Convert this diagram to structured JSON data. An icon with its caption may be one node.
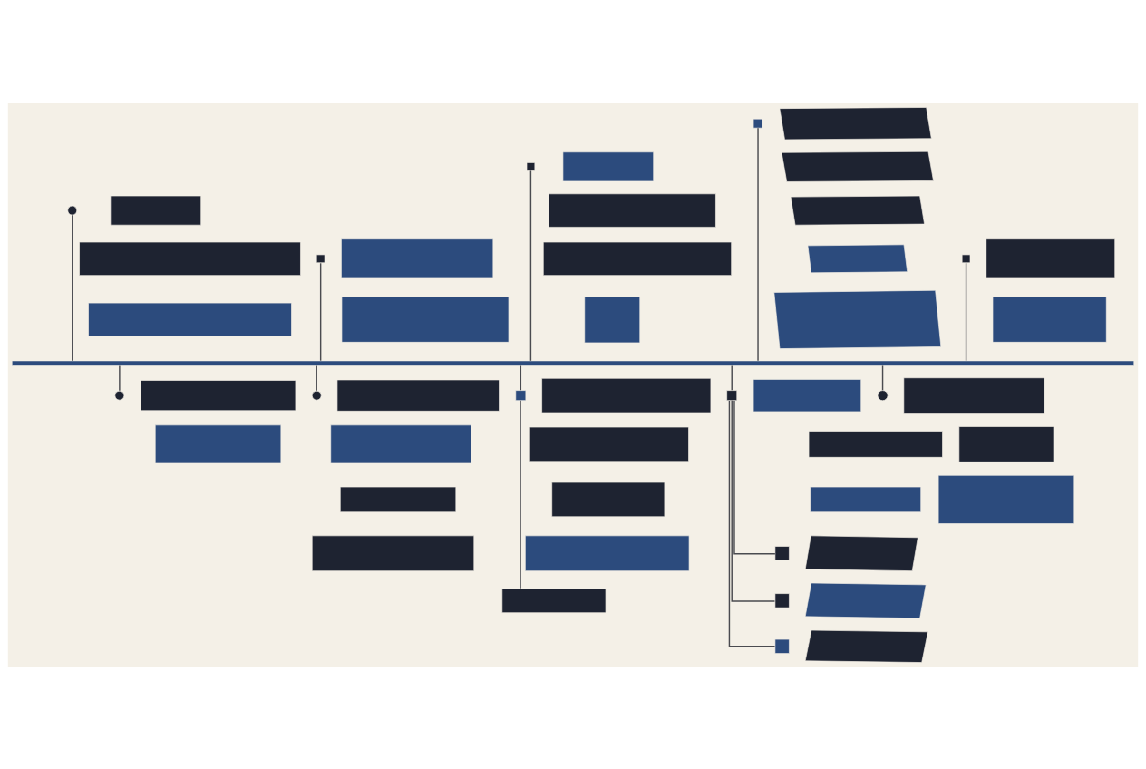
{
  "diagram": {
    "nodes": [
      {
        "text": [],
        "shape": "bar"
      },
      {
        "text": [],
        "shape": "circle"
      },
      {
        "text": [],
        "shape": "box"
      },
      {
        "text": [],
        "shape": "box"
      },
      {
        "text": [],
        "shape": "box"
      },
      {
        "text": [],
        "shape": "square"
      },
      {
        "text": [],
        "shape": "box"
      },
      {
        "text": [],
        "shape": "box"
      },
      {
        "text": [],
        "shape": "square"
      },
      {
        "text": [],
        "shape": "box"
      },
      {
        "text": [],
        "shape": "box"
      },
      {
        "text": [],
        "shape": "box"
      },
      {
        "text": [],
        "shape": "box"
      },
      {
        "text": [],
        "shape": "square"
      },
      {
        "text": [],
        "shape": "box"
      },
      {
        "text": [],
        "shape": "box"
      },
      {
        "text": [],
        "shape": "box"
      },
      {
        "text": [],
        "shape": "box"
      },
      {
        "text": [],
        "shape": "box"
      },
      {
        "text": [],
        "shape": "square"
      },
      {
        "text": [],
        "shape": "box"
      },
      {
        "text": [],
        "shape": "box"
      },
      {
        "text": [],
        "shape": "circle"
      },
      {
        "text": [],
        "shape": "box"
      },
      {
        "text": [],
        "shape": "box"
      },
      {
        "text": [],
        "shape": "circle"
      },
      {
        "text": [],
        "shape": "box"
      },
      {
        "text": [],
        "shape": "box"
      },
      {
        "text": [],
        "shape": "box"
      },
      {
        "text": [],
        "shape": "box"
      },
      {
        "text": [],
        "shape": "square"
      },
      {
        "text": [],
        "shape": "box"
      },
      {
        "text": [],
        "shape": "box"
      },
      {
        "text": [],
        "shape": "box"
      },
      {
        "text": [],
        "shape": "box"
      },
      {
        "text": [],
        "shape": "box"
      },
      {
        "text": [],
        "shape": "square"
      },
      {
        "text": [],
        "shape": "box"
      },
      {
        "text": [],
        "shape": "box"
      },
      {
        "text": [],
        "shape": "box"
      },
      {
        "text": [],
        "shape": "square"
      },
      {
        "text": [],
        "shape": "box"
      },
      {
        "text": [],
        "shape": "square"
      },
      {
        "text": [],
        "shape": "box"
      },
      {
        "text": [],
        "shape": "square"
      },
      {
        "text": [],
        "shape": "box"
      },
      {
        "text": [],
        "shape": "circle"
      },
      {
        "text": [],
        "shape": "box"
      },
      {
        "text": [],
        "shape": "box"
      },
      {
        "text": [],
        "shape": "box"
      }
    ],
    "edges": [
      {
        "from": 1,
        "to": 0,
        "arrow": "none"
      },
      {
        "from": 5,
        "to": 0,
        "arrow": "none"
      },
      {
        "from": 8,
        "to": 0,
        "arrow": "none"
      },
      {
        "from": 13,
        "to": 0,
        "arrow": "none"
      },
      {
        "from": 19,
        "to": 0,
        "arrow": "none"
      },
      {
        "from": 0,
        "to": 22,
        "arrow": "none"
      },
      {
        "from": 0,
        "to": 25,
        "arrow": "none"
      },
      {
        "from": 0,
        "to": 30,
        "arrow": "none"
      },
      {
        "from": 30,
        "to": 35,
        "arrow": "none"
      },
      {
        "from": 0,
        "to": 36,
        "arrow": "none"
      },
      {
        "from": 36,
        "to": 40,
        "arrow": "none"
      },
      {
        "from": 36,
        "to": 42,
        "arrow": "none"
      },
      {
        "from": 36,
        "to": 44,
        "arrow": "none"
      },
      {
        "from": 0,
        "to": 46,
        "arrow": "none"
      }
    ]
  }
}
